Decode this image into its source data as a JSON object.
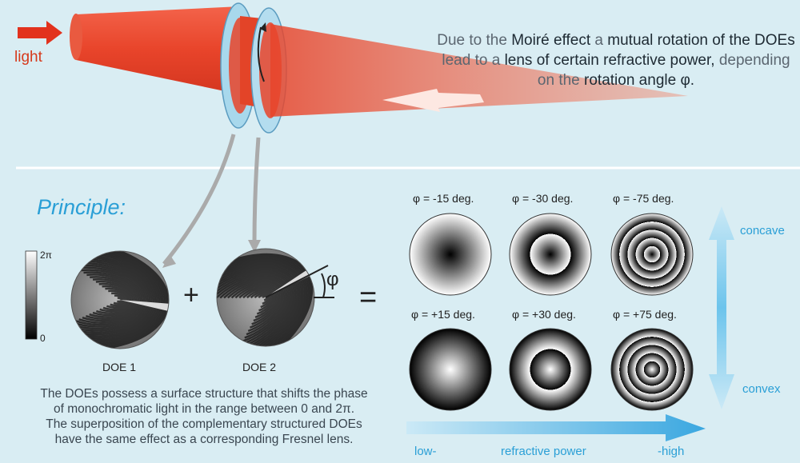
{
  "description": {
    "part1": "Due to the",
    "part2": "Moiré effect",
    "part3": "a",
    "part4": "mutual rotation of the DOEs",
    "part5": "lead to a",
    "part6": "lens of certain refractive power,",
    "part7": "depending on the",
    "part8": "rotation angle φ."
  },
  "light_label": "light",
  "principle_title": "Principle:",
  "colorbar": {
    "top": "2π",
    "bottom": "0"
  },
  "doe1_label": "DOE 1",
  "doe2_label": "DOE 2",
  "plus": "+",
  "equals": "=",
  "rotation_symbol": "φ",
  "patterns": [
    {
      "label": "φ = -15 deg.",
      "rings": 1
    },
    {
      "label": "φ = -30 deg.",
      "rings": 2
    },
    {
      "label": "φ = -75 deg.",
      "rings": 5
    },
    {
      "label": "φ = +15 deg.",
      "rings": 1
    },
    {
      "label": "φ = +30 deg.",
      "rings": 2
    },
    {
      "label": "φ = +75 deg.",
      "rings": 5
    }
  ],
  "concave_label": "concave",
  "convex_label": "convex",
  "axis": {
    "low": "low-",
    "mid": "refractive power",
    "high": "-high"
  },
  "caption": {
    "line1": "The DOEs possess a surface structure that shifts the phase",
    "line2": "of monochromatic light in the range between 0 and 2π.",
    "line3": "The superposition of the complementary structured DOEs",
    "line4": "have the same effect as a corresponding Fresnel lens."
  },
  "colors": {
    "beam": "#e8442a",
    "accent": "#2a9fd6",
    "disc": "#a8d8ec"
  }
}
